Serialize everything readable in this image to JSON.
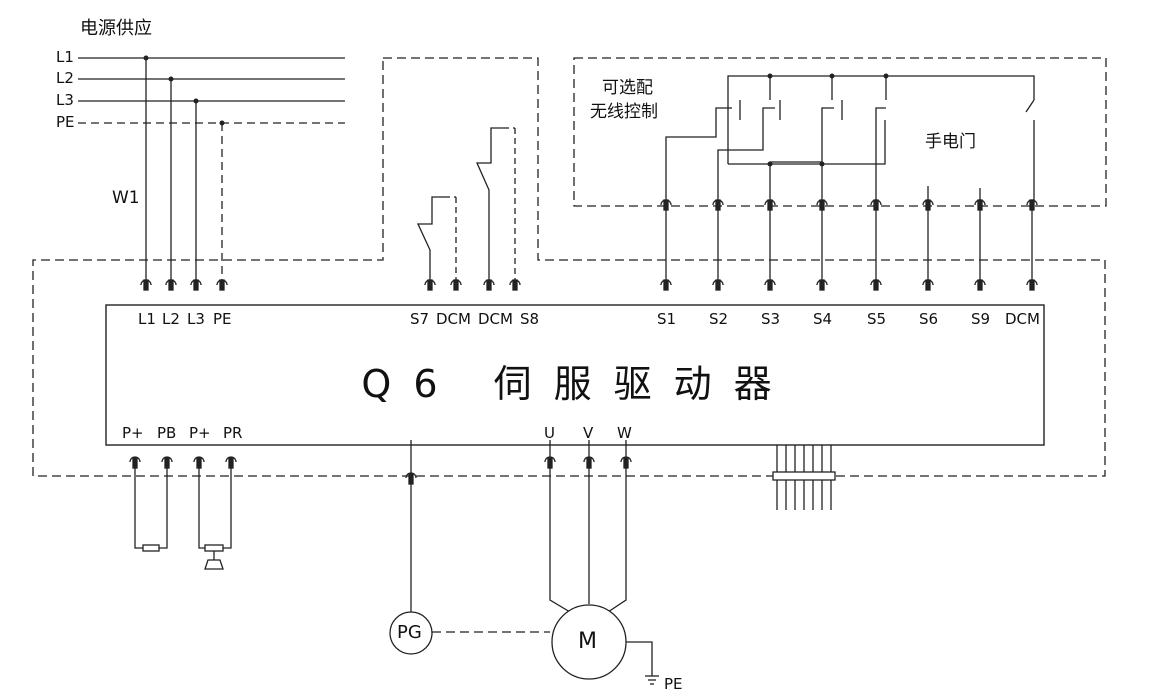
{
  "power_supply": {
    "title": "电源供应",
    "lines": [
      "L1",
      "L2",
      "L3",
      "PE"
    ],
    "cable_label": "W1"
  },
  "drive": {
    "title": "Q6 伺服驱动器",
    "power_terminals": [
      "L1",
      "L2",
      "L3",
      "PE"
    ],
    "door_terminals": [
      "S7",
      "DCM",
      "DCM",
      "S8"
    ],
    "input_terminals": [
      "S1",
      "S2",
      "S3",
      "S4",
      "S5",
      "S6",
      "S9",
      "DCM"
    ],
    "brake_terminals": [
      "P+",
      "PB",
      "P+",
      "PR"
    ],
    "motor_terminals": [
      "U",
      "V",
      "W"
    ]
  },
  "wireless": {
    "title_line1": "可选配",
    "title_line2": "无线控制",
    "hand_door": "手电门"
  },
  "motor": {
    "encoder": "PG",
    "motor": "M",
    "ground": "PE"
  }
}
